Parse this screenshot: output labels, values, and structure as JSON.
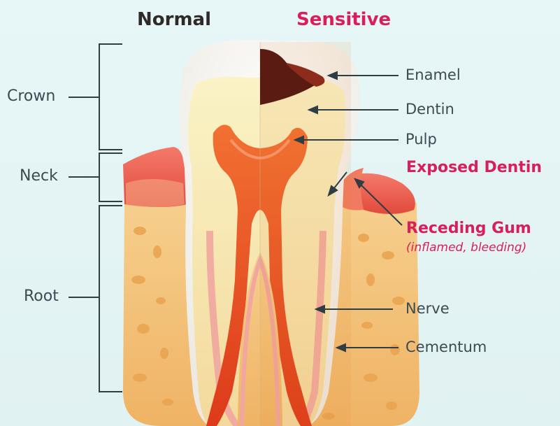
{
  "headers": {
    "normal": "Normal",
    "sensitive": "Sensitive"
  },
  "regions": {
    "crown": "Crown",
    "neck": "Neck",
    "root": "Root"
  },
  "labels": {
    "enamel": "Enamel",
    "dentin": "Dentin",
    "pulp": "Pulp",
    "exposed_dentin": "Exposed Dentin",
    "receding_gum": "Receding Gum",
    "receding_gum_note": "(inflamed, bleeding)",
    "nerve": "Nerve",
    "cementum": "Cementum"
  },
  "colors": {
    "normal_header": "#2e2a2a",
    "highlight": "#d81f5c",
    "label_text": "#3d4a52"
  }
}
